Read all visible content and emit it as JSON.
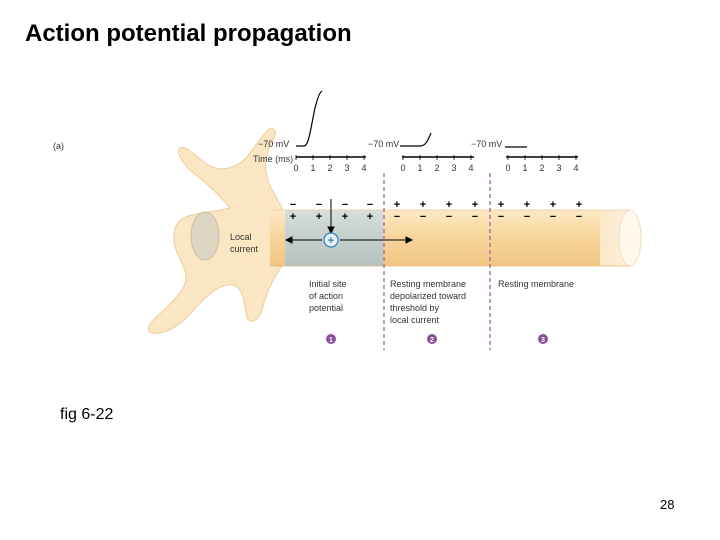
{
  "title": "Action potential propagation",
  "caption": "fig 6-22",
  "page_number": "28",
  "figure": {
    "panel_label": "(a)",
    "voltage_label": "−70 mV",
    "time_label": "Time (ms)",
    "ticks": [
      "0",
      "1",
      "2",
      "3",
      "4"
    ],
    "local_current_line1": "Local",
    "local_current_line2": "current",
    "plus_sign": "+",
    "minus_sign": "−",
    "region1_text": [
      "Initial site",
      "of action",
      "potential"
    ],
    "region2_text": [
      "Resting membrane",
      "depolarized toward",
      "threshold by",
      "local current"
    ],
    "region3_text": [
      "Resting membrane"
    ],
    "step_numbers": [
      "1",
      "2",
      "3"
    ]
  },
  "colors": {
    "neuron_body": "#fbe6c4",
    "neuron_outline": "#eccd9a",
    "axon": "#f8dba6",
    "depolarized_region": "#c8d3d0",
    "accent_blue": "#3a7ab8",
    "divider_purple": "#a553a8",
    "step_badge": "#8a4f99"
  }
}
